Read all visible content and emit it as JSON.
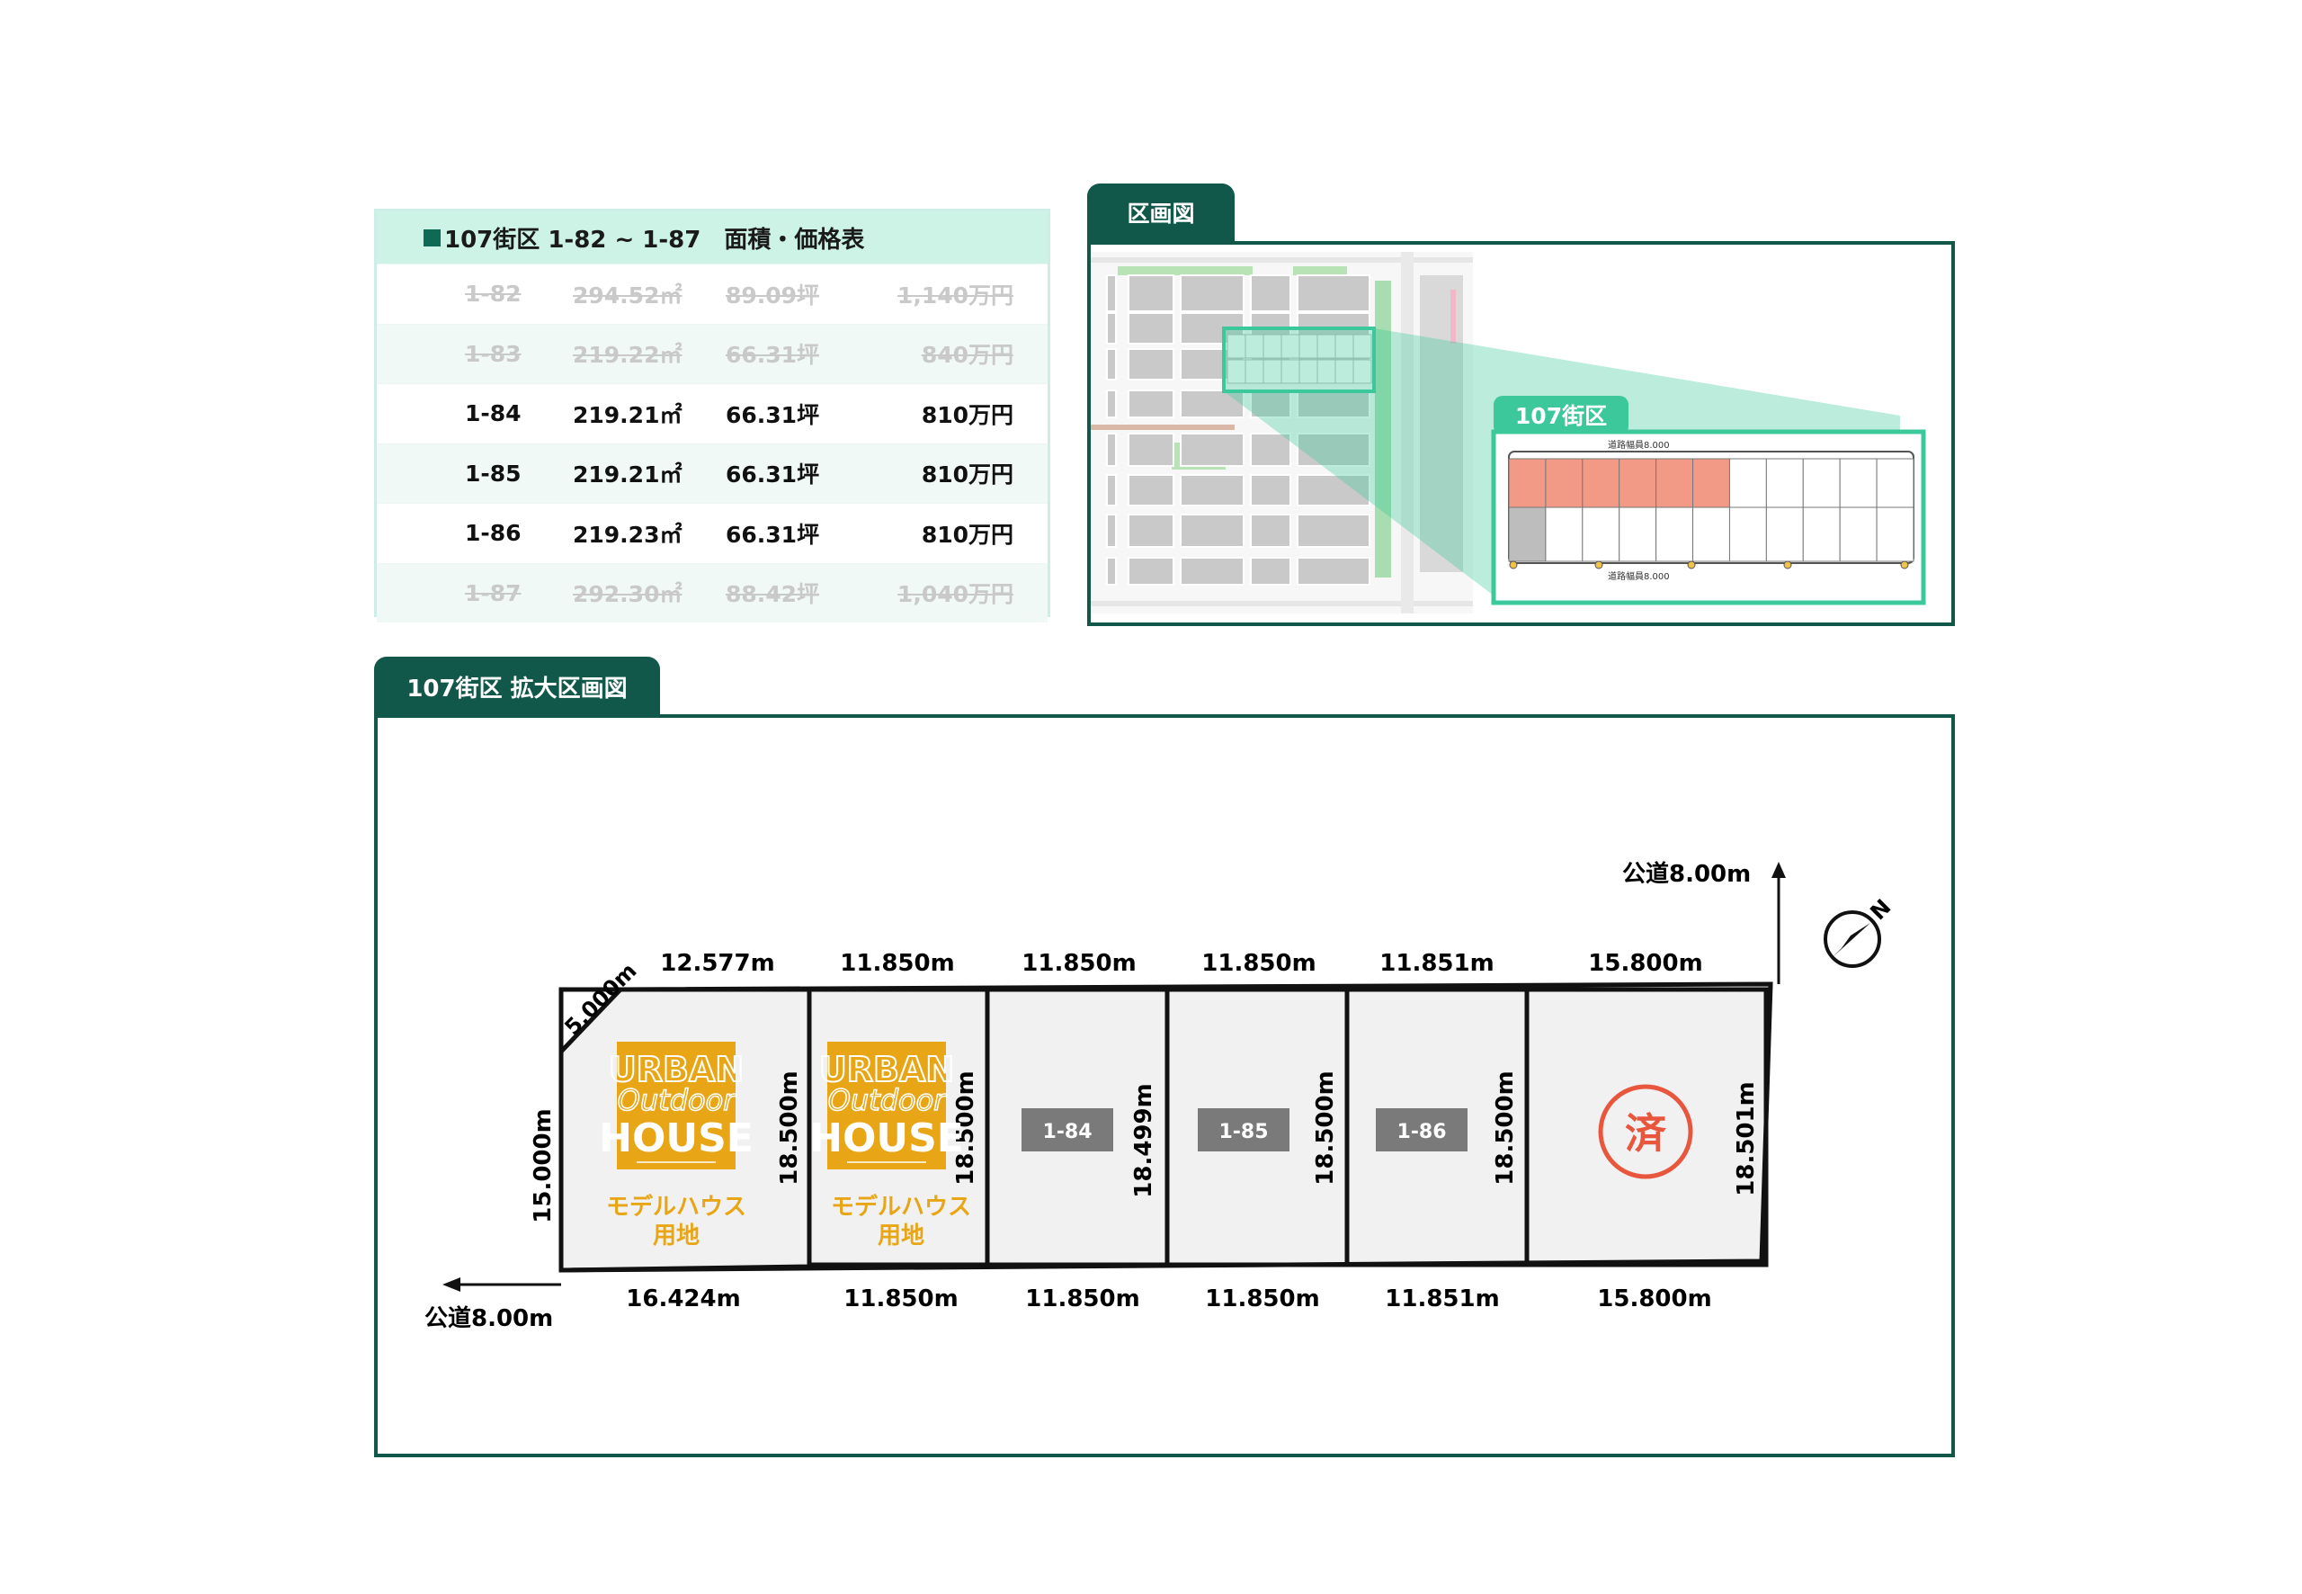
{
  "price_table": {
    "title": "107街区 1-82 ~ 1-87　面積・価格表",
    "rows": [
      {
        "lot": "1-82",
        "area_m2": "294.52㎡",
        "area_tsubo": "89.09坪",
        "price": "1,140万円",
        "sold": true
      },
      {
        "lot": "1-83",
        "area_m2": "219.22㎡",
        "area_tsubo": "66.31坪",
        "price": "840万円",
        "sold": true
      },
      {
        "lot": "1-84",
        "area_m2": "219.21㎡",
        "area_tsubo": "66.31坪",
        "price": "810万円",
        "sold": false
      },
      {
        "lot": "1-85",
        "area_m2": "219.21㎡",
        "area_tsubo": "66.31坪",
        "price": "810万円",
        "sold": false
      },
      {
        "lot": "1-86",
        "area_m2": "219.23㎡",
        "area_tsubo": "66.31坪",
        "price": "810万円",
        "sold": false
      },
      {
        "lot": "1-87",
        "area_m2": "292.30㎡",
        "area_tsubo": "88.42坪",
        "price": "1,040万円",
        "sold": true
      }
    ]
  },
  "overview": {
    "tab_label": "区画図",
    "inset_label": "107街区",
    "road_label": "道路幅員8.000"
  },
  "detail": {
    "tab_label": "107街区 拡大区画図",
    "road_top": "公道8.00m",
    "road_bottom": "公道8.00m",
    "north_label": "N",
    "top_dims": [
      "5.000m",
      "12.577m",
      "11.850m",
      "11.850m",
      "11.850m",
      "11.851m",
      "15.800m"
    ],
    "bottom_dims": [
      "16.424m",
      "11.850m",
      "11.850m",
      "11.850m",
      "11.851m",
      "15.800m"
    ],
    "side_dims": [
      "15.000m",
      "18.500m",
      "18.500m",
      "18.499m",
      "18.500m",
      "18.500m",
      "18.501m"
    ],
    "lot_labels": [
      "1-84",
      "1-85",
      "1-86"
    ],
    "model_house": {
      "logo_line1": "URBAN",
      "logo_line2": "Outdoor",
      "logo_line3": "HOUSE",
      "caption_line1": "モデルハウス",
      "caption_line2": "用地"
    },
    "sold_mark": "済"
  },
  "colors": {
    "brand_green": "#11574a",
    "accent_green": "#3cc89a",
    "sold_red": "#e8563e",
    "logo_gold": "#e8a617"
  }
}
